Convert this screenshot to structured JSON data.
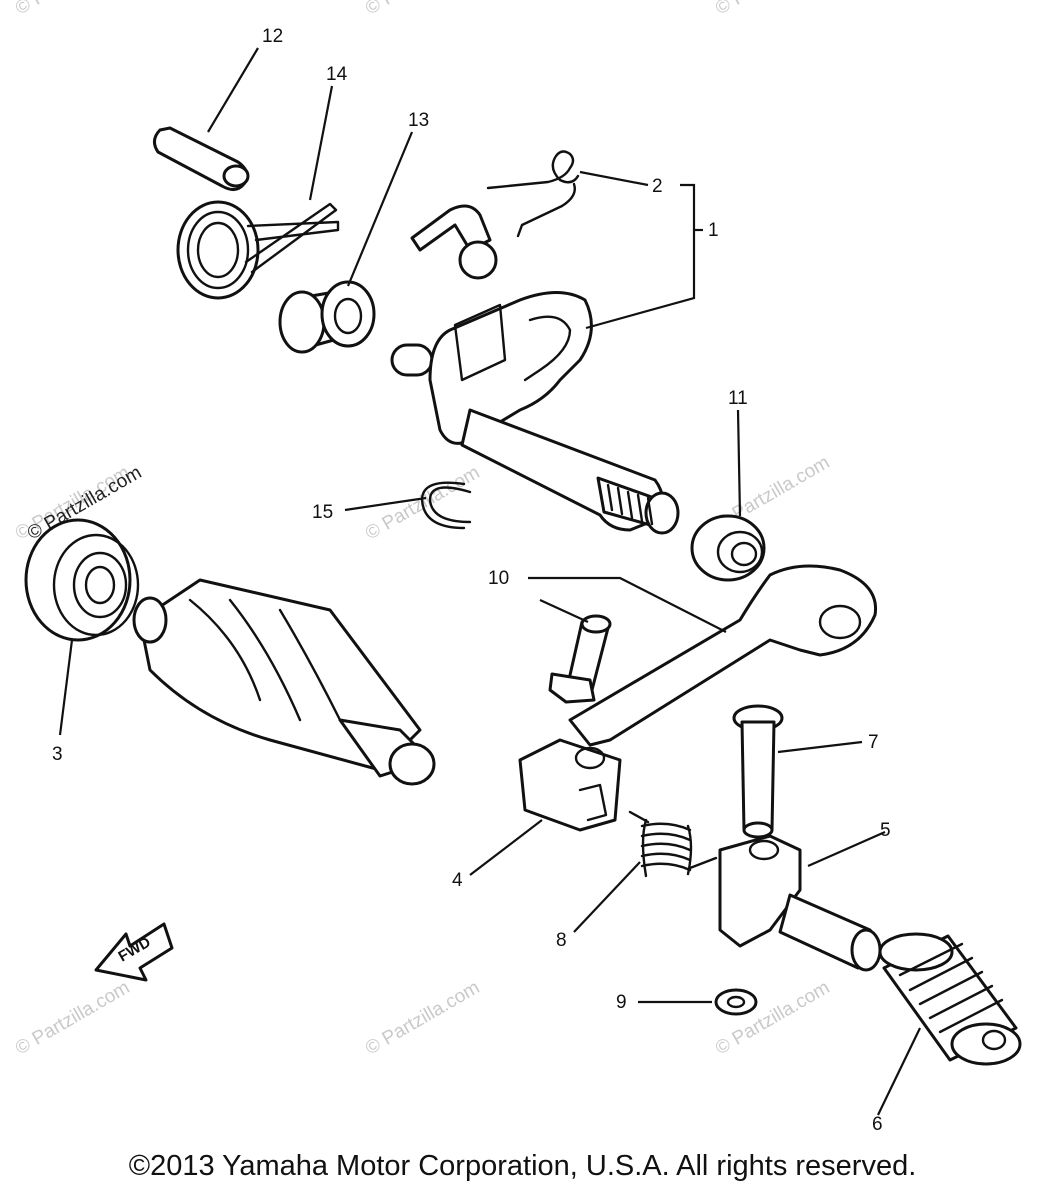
{
  "diagram": {
    "callouts": [
      "1",
      "2",
      "3",
      "4",
      "5",
      "6",
      "7",
      "8",
      "9",
      "10",
      "11",
      "12",
      "13",
      "14",
      "15"
    ],
    "fwd_label": "FWD",
    "watermark": "© Partzilla.com",
    "copyright": "©2013  Yamaha Motor Corporation, U.S.A. All rights reserved."
  }
}
